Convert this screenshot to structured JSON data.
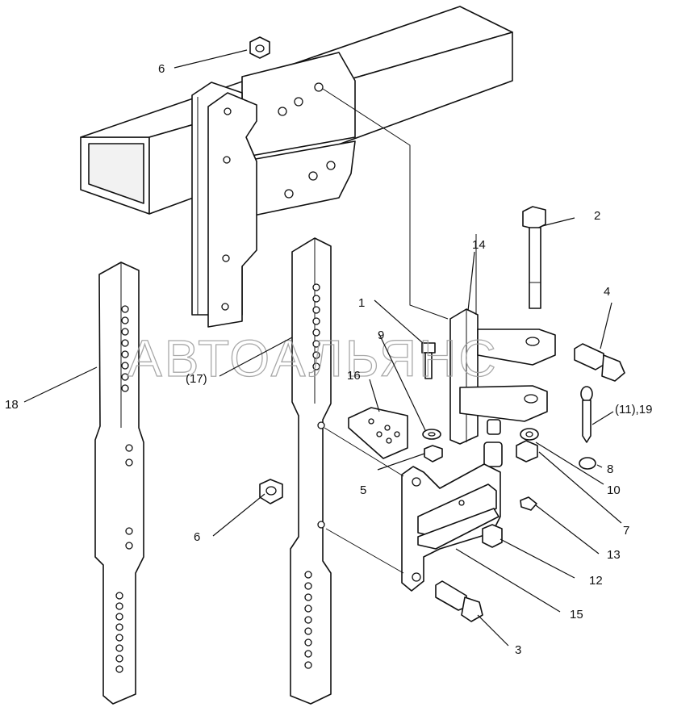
{
  "watermark": "АВТОАЛЬЯНС",
  "callouts": [
    {
      "id": "c1",
      "text": "1"
    },
    {
      "id": "c2",
      "text": "2"
    },
    {
      "id": "c3",
      "text": "3"
    },
    {
      "id": "c4",
      "text": "4"
    },
    {
      "id": "c5",
      "text": "5"
    },
    {
      "id": "c6a",
      "text": "6"
    },
    {
      "id": "c6b",
      "text": "6"
    },
    {
      "id": "c7",
      "text": "7"
    },
    {
      "id": "c8",
      "text": "8"
    },
    {
      "id": "c9",
      "text": "9"
    },
    {
      "id": "c10",
      "text": "10"
    },
    {
      "id": "c11",
      "text": "(11),19"
    },
    {
      "id": "c12",
      "text": "12"
    },
    {
      "id": "c13",
      "text": "13"
    },
    {
      "id": "c14",
      "text": "14"
    },
    {
      "id": "c15",
      "text": "15"
    },
    {
      "id": "c16",
      "text": "16"
    },
    {
      "id": "c17",
      "text": "(17)"
    },
    {
      "id": "c18",
      "text": "18"
    }
  ]
}
